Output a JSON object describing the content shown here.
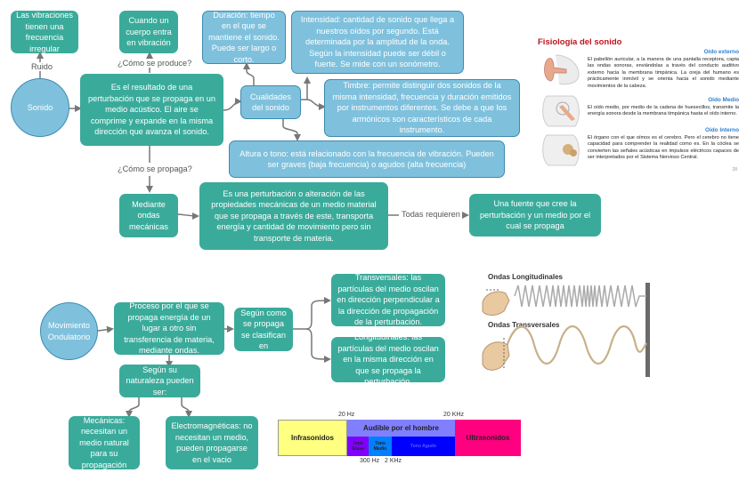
{
  "nodes": {
    "sonido": "Sonido",
    "ruido_label": "Ruido",
    "ruido_box": "Las vibraciones tienen una frecuencia irregular",
    "como_produce": "¿Cómo se produce?",
    "produce_box": "Cuando un cuerpo entra en vibración",
    "definicion": "Es el resultado de una perturbación que se propaga en un medio acústico. El aire se comprime y expande en la misma dirección que avanza el sonido.",
    "cualidades": "Cualidades del sonido",
    "duracion": "Duración: tiempo en el que se mantiene el sonido. Puede ser largo o corto.",
    "intensidad": "Intensidad: cantidad de sonido que llega a nuestros oídos por segundo. Está determinada por la amplitud de la onda. Según la intensidad puede ser débil o fuerte. Se mide con un sonómetro.",
    "timbre": "Timbre: permite distinguir dos sonidos de la misma intensidad, frecuencia y duración emitidos por instrumentos diferentes. Se debe a que los armónicos son característicos de cada instrumento.",
    "altura": "Altura o tono: está relacionado con la frecuencia de vibración. Pueden ser graves (baja frecuencia) o agudos (alta frecuencia)",
    "como_propaga": "¿Cómo se propaga?",
    "ondas_mecanicas": "Mediante ondas mecánicas",
    "perturbacion": "Es una perturbación o alteración de las propiedades mecánicas de un medio material que se propaga a través de este, transporta energía y cantidad de movimiento pero sin transporte de materia.",
    "todas_requieren": "Todas requieren",
    "fuente": "Una fuente que cree la perturbación y un medio por el cual se propaga",
    "movimiento": "Movimiento Ondulatorio",
    "proceso": "Proceso por el que se propaga energía de un lugar a otro sin transferencia de materia, mediante ondas.",
    "segun_como": "Según como se propaga se clasifican en",
    "transversales": "Transversales:  las partículas del medio oscilan en dirección perpendicular a la dirección de propagación de la perturbación.",
    "longitudinales": "Longitudinales: las partículas del medio oscilan en la misma dirección en que se propaga la perturbación.",
    "segun_naturaleza": "Según su naturaleza pueden ser:",
    "mecanicas": "Mecánicas: necesitan un medio natural para su propagación",
    "electromagneticas": "Electromagnéticas: no necesitan un medio, pueden propagarse en el vacio"
  },
  "physiology": {
    "title": "Fisiología del sonido",
    "sections": [
      {
        "heading": "Oído externo",
        "text": "El pabellón auricular, a la manera de una pantalla receptora, capta las ondas sonoras, enviándolas a través del conducto auditivo externo hacia la membrana timpánica. La oreja del humano es prácticamente inmóvil y se orienta hacia el sonido mediante movimientos de la cabeza."
      },
      {
        "heading": "Oído Medio",
        "text": "El oído medio, por medio de la cadena de huesecillos, transmite la energía sonora desde la membrana timpánica hasta el oído interno."
      },
      {
        "heading": "Oído Interno",
        "text": "El órgano con el que oímos es el cerebro. Pero el cerebro no tiene capacidad para comprender la realidad como es. En la cóclea se convierten las señales acústicas en impulsos eléctricos capaces de ser interpretados por el  Sistema Nervioso Central."
      }
    ],
    "page_number": "28"
  },
  "waves_image": {
    "longitudinal_label": "Ondas Longitudinales",
    "transversal_label": "Ondas Transversales"
  },
  "spectrum": {
    "labels_top": [
      "20 Hz",
      "20 KHz"
    ],
    "labels_bottom": [
      "300 Hz",
      "2 KHz"
    ],
    "segments": {
      "infra": {
        "label": "Infrasonidos",
        "color": "#ffff80"
      },
      "audible": {
        "label": "Audible por el hombre",
        "color": "#8080ff"
      },
      "grave": {
        "label": "Tono Grave",
        "color": "#8000ff"
      },
      "medio": {
        "label": "Tono Medio",
        "color": "#0080ff"
      },
      "agudo": {
        "label": "Tono Agudo",
        "color": "#0000ff"
      },
      "ultra": {
        "label": "Ultrasonidos",
        "color": "#ff0080"
      }
    }
  },
  "colors": {
    "teal": "#3aab9b",
    "light_blue": "#7fc1dd",
    "blue_border": "#3d8bb0",
    "connector": "#777777",
    "physiology_title": "#c0141c",
    "physiology_heading": "#2e7fd0"
  }
}
